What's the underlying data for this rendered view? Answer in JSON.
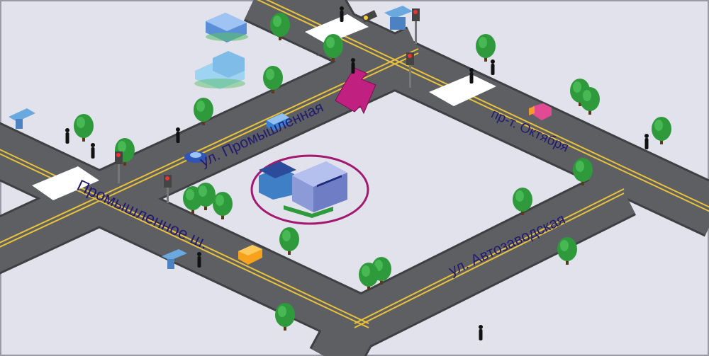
{
  "map": {
    "streets": [
      {
        "id": "promyshlennaya",
        "label": "ул. Промышленная"
      },
      {
        "id": "oktyabrya",
        "label": "пр-т. Октября"
      },
      {
        "id": "promyshlennoe-sh",
        "label": "Промышленное ш."
      },
      {
        "id": "avtozavodskaya",
        "label": "ул. Автозаводская"
      }
    ],
    "colors": {
      "background": "#e2e2ec",
      "road": "#5e5f63",
      "road_marking": "#e9c23b",
      "label": "#221a6e",
      "highlight": "#a3196f",
      "arrow": "#c0207f",
      "tree": "#2f9a3c"
    }
  }
}
